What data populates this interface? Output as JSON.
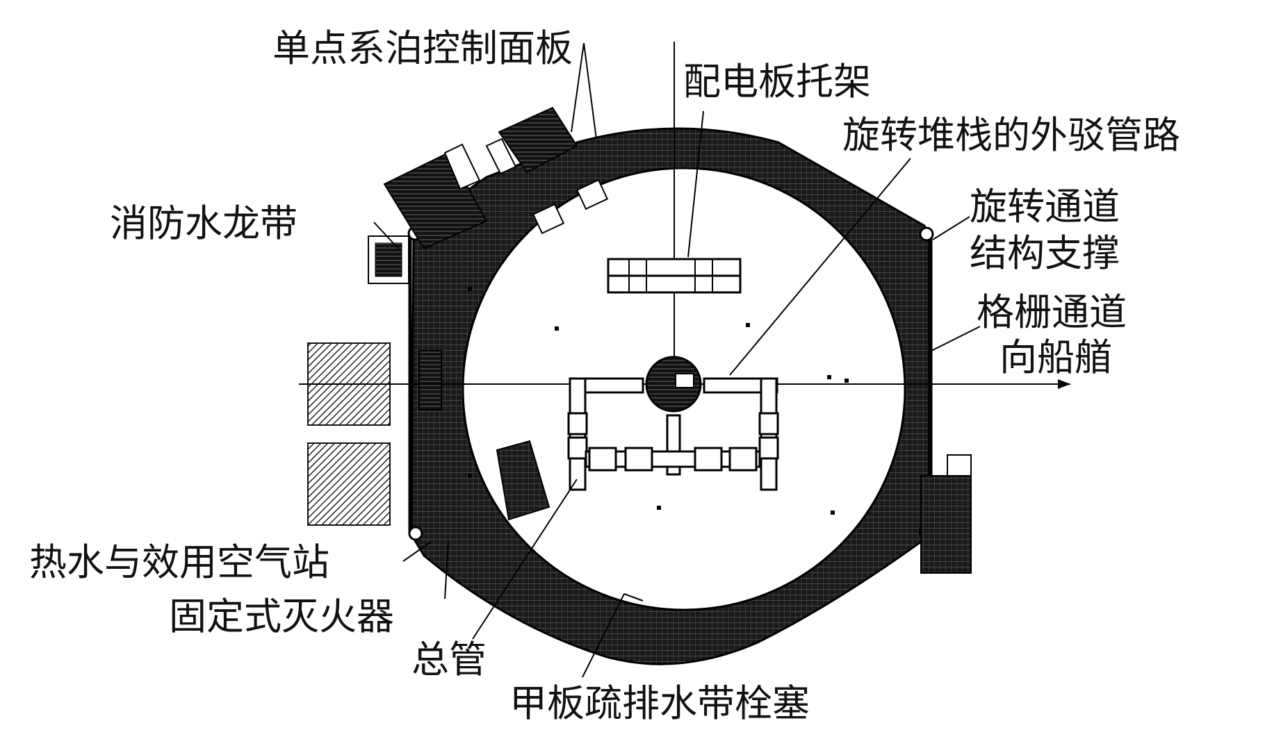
{
  "labels": {
    "mooring_panel": "单点系泊控制面板",
    "distribution_bracket": "配电板托架",
    "turret_piping": "旋转堆栈的外驳管路",
    "walkway_support_1": "旋转通道",
    "walkway_support_2": "结构支撑",
    "grating_walkway_1": "格栅通道",
    "grating_walkway_2": "向船艏",
    "fire_hose": "消防水龙带",
    "hot_water_station": "热水与效用空气站",
    "fire_extinguisher": "固定式灭火器",
    "manifold": "总管",
    "deck_drain": "甲板疏排水带栓塞"
  }
}
